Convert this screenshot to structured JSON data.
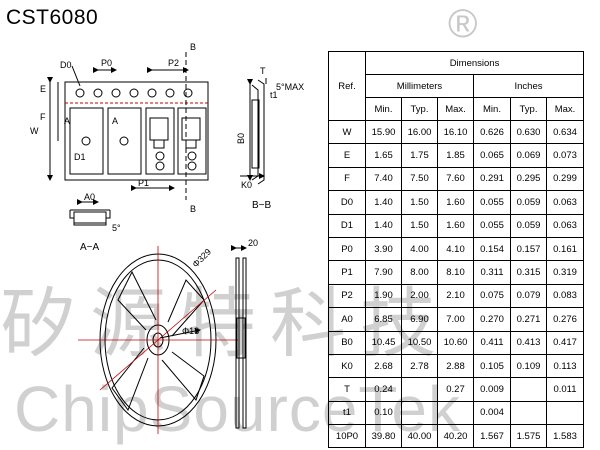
{
  "title": "CST6080",
  "watermark": {
    "cn": "矽源特科技",
    "en": "ChipSourceTek",
    "reg": "®"
  },
  "labels": {
    "D0": "D0",
    "P0": "P0",
    "P2": "P2",
    "E": "E",
    "F": "F",
    "W": "W",
    "A": "A",
    "D1": "D1",
    "P1": "P1",
    "A0": "A0",
    "AA": "A−A",
    "deg5": "5°",
    "B": "B",
    "BB": "B−B",
    "T": "T",
    "t1": "t1",
    "max5": "5°MAX",
    "B0": "B0",
    "K0": "K0",
    "reel_d": "Φ329",
    "hub_d": "Φ13",
    "reel_w": "20"
  },
  "table": {
    "ref": "Ref.",
    "dimensions": "Dimensions",
    "mm": "Millimeters",
    "inches": "Inches",
    "sub": [
      "Min.",
      "Typ.",
      "Max.",
      "Min.",
      "Typ.",
      "Max."
    ],
    "rows": [
      [
        "W",
        "15.90",
        "16.00",
        "16.10",
        "0.626",
        "0.630",
        "0.634"
      ],
      [
        "E",
        "1.65",
        "1.75",
        "1.85",
        "0.065",
        "0.069",
        "0.073"
      ],
      [
        "F",
        "7.40",
        "7.50",
        "7.60",
        "0.291",
        "0.295",
        "0.299"
      ],
      [
        "D0",
        "1.40",
        "1.50",
        "1.60",
        "0.055",
        "0.059",
        "0.063"
      ],
      [
        "D1",
        "1.40",
        "1.50",
        "1.60",
        "0.055",
        "0.059",
        "0.063"
      ],
      [
        "P0",
        "3.90",
        "4.00",
        "4.10",
        "0.154",
        "0.157",
        "0.161"
      ],
      [
        "P1",
        "7.90",
        "8.00",
        "8.10",
        "0.311",
        "0.315",
        "0.319"
      ],
      [
        "P2",
        "1.90",
        "2.00",
        "2.10",
        "0.075",
        "0.079",
        "0.083"
      ],
      [
        "A0",
        "6.85",
        "6.90",
        "7.00",
        "0.270",
        "0.271",
        "0.276"
      ],
      [
        "B0",
        "10.45",
        "10.50",
        "10.60",
        "0.411",
        "0.413",
        "0.417"
      ],
      [
        "K0",
        "2.68",
        "2.78",
        "2.88",
        "0.105",
        "0.109",
        "0.113"
      ],
      [
        "T",
        "0.24",
        "",
        "0.27",
        "0.009",
        "",
        "0.011"
      ],
      [
        "t1",
        "0.10",
        "",
        "",
        "0.004",
        "",
        ""
      ],
      [
        "10P0",
        "39.80",
        "40.00",
        "40.20",
        "1.567",
        "1.575",
        "1.583"
      ]
    ]
  }
}
